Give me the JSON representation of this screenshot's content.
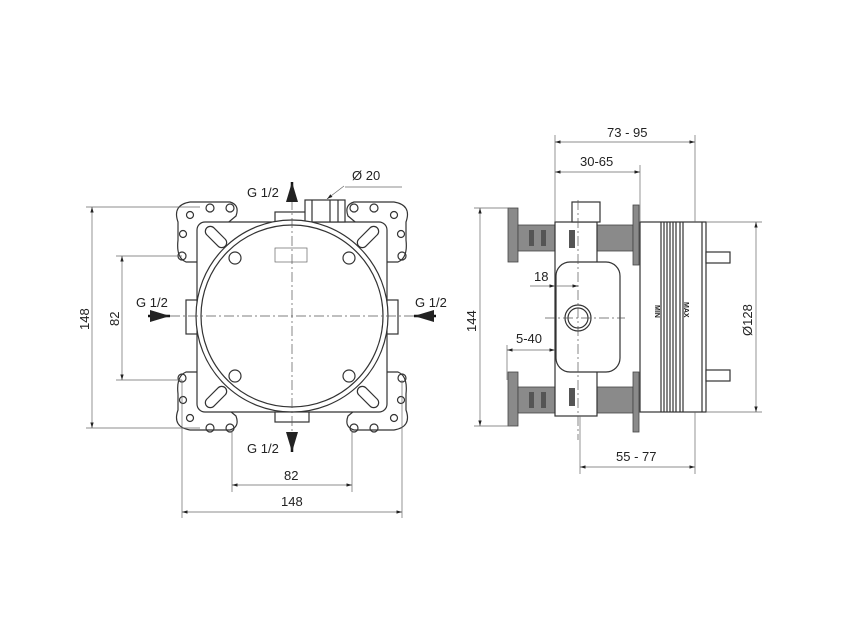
{
  "front_view": {
    "top_port": "G 1/2",
    "bottom_port": "G 1/2",
    "left_port": "G 1/2",
    "right_port": "G 1/2",
    "pipe_diameter": "Ø 20",
    "height_outer": "148",
    "height_inner": "82",
    "width_inner": "82",
    "width_outer": "148"
  },
  "side_view": {
    "depth_total": "73 - 95",
    "depth_body": "30-65",
    "height": "144",
    "offset": "18",
    "wall_range": "5-40",
    "tube_diameter": "Ø128",
    "tube_range": "55 - 77",
    "min_mark": "MIN",
    "max_mark": "MAX"
  }
}
